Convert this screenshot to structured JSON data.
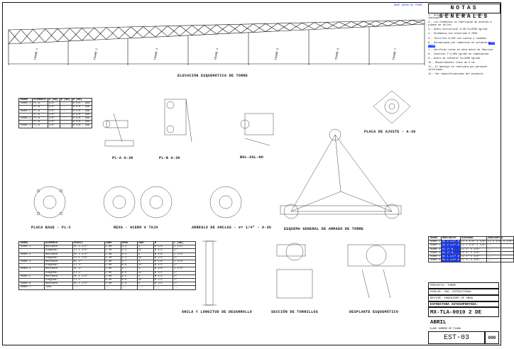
{
  "notes_title": "NOTAS GENERALES",
  "top_label": "BASE ANCHO DE TORRE",
  "tramos": [
    "TRAMO 1",
    "TRAMO 2",
    "TRAMO 3",
    "TRAMO 4",
    "TRAMO 5",
    "TRAMO 6",
    "TRAMO 7"
  ],
  "captions": {
    "elevation": "ELEVACIÓN ESQUEMÁTICA DE TORRE",
    "pl_a": "PL-A  A-36",
    "pl_b": "PL-B  A-36",
    "bol": "BOL-ASL-HH",
    "placa_ajuste": "PLACA DE AJUSTE - A-36",
    "placa_base": "PLACA BASE - PL-C",
    "rexa": "REXA - ACERO A TAJA",
    "arreglo": "ARREGLO DE ANCLAS - e= 1/4\" - A-36",
    "esquema": "ESQUEMA GENERAL DE ARMADO DE TORRE",
    "ancla": "ANCLA Y LONGITUD DE DESARROLLO",
    "seccion": "SECCIÓN DE TORNILLOS",
    "desplante": "DESPLANTE ESQUEMÁTICO"
  },
  "notes": [
    "1.- Acotaciones en milímetros, excepto lo indicado.",
    "2.- Los elementos se fabricarán de acuerdo a planos de taller.",
    "3.- Acero estructural A-36 fy=2530 kg/cm2.",
    "4.- Soldadura con electrodo E-70XX.",
    "5.- Tornillos A-325 con tuerca y rondana.",
    "6.- Galvanizado por inmersión en caliente.",
    "7.- Verificar cotas en obra antes de fabricar.",
    "8.- Concreto f'c=250 kg/cm2 en cimentación.",
    "9.- Acero de refuerzo fy=4200 kg/cm2.",
    "10.- Recubrimiento libre de 5 cm.",
    "11.- El montaje se realizará por personal calificado.",
    "12.- Ver especificaciones del proyecto."
  ],
  "notes_highlight": "VER PLANO",
  "left_table": {
    "headers": [
      "TRAMO",
      "ELEMENTO",
      "A (mm)",
      "B (mm)",
      "Ø (mm)"
    ],
    "rows": [
      [
        "TRAMO 1",
        "Pl.A",
        "1/4\"",
        "---",
        "Ø 5/8 - A36"
      ],
      [
        "",
        "Pl.B",
        "1/4\"",
        "---",
        "Ø 5/8 - A36"
      ],
      [
        "TRAMO 2",
        "Pl.A",
        "1/4\"",
        "---",
        "Ø 5/8 - A36"
      ],
      [
        "",
        "Pl.B",
        "1/4\"",
        "---",
        "Ø 5/8 - A36"
      ],
      [
        "TRAMO 3",
        "Pl.A",
        "1/4\"",
        "---",
        "Ø 5/8 - A36"
      ],
      [
        "",
        "Pl.B",
        "1/4\"",
        "---",
        "Ø 5/8 - A36"
      ],
      [
        "TRAMO 4",
        "Pl.A",
        "1/4\"",
        "---",
        "Ø 5/8 - A36"
      ]
    ]
  },
  "bottom_table": {
    "headers": [
      "TRAMO",
      "ELEMENTO",
      "PERFIL",
      "LONG",
      "PESO",
      "CANT",
      "Ø",
      "L (mm)"
    ],
    "rows": [
      [
        "TRAMO 1",
        "Montante",
        "OC 2 1/2\"",
        "1.80",
        "3.2",
        "3",
        "Ø 5/8",
        "1 1/4\""
      ],
      [
        "",
        "Diagonal",
        "LI 1 1/4\"",
        "1.10",
        "1.1",
        "12",
        "Ø 1/2",
        "1\""
      ],
      [
        "TRAMO 2",
        "Montante",
        "OC 2 1/2\"",
        "1.80",
        "3.2",
        "3",
        "Ø 5/8",
        "1 1/4\""
      ],
      [
        "",
        "Diagonal",
        "LI 1 1/4\"",
        "1.10",
        "1.1",
        "12",
        "Ø 1/2",
        "1\""
      ],
      [
        "TRAMO 3",
        "Montante",
        "OC 2\"",
        "1.80",
        "2.7",
        "3",
        "Ø 5/8",
        "1 1/4\""
      ],
      [
        "",
        "Diagonal",
        "LI 1\"",
        "1.00",
        "0.9",
        "12",
        "Ø 1/2",
        "1\""
      ],
      [
        "TRAMO 4",
        "Montante",
        "OC 2\"",
        "1.80",
        "2.7",
        "3",
        "Ø 5/8",
        "1 1/4\""
      ],
      [
        "",
        "Diagonal",
        "LI 1\"",
        "1.00",
        "0.9",
        "12",
        "Ø 1/2",
        "1\""
      ],
      [
        "TRAMO 5",
        "Montante",
        "OC 1 1/2\"",
        "1.80",
        "2.2",
        "3",
        "Ø 1/2",
        "1\""
      ],
      [
        "",
        "Diagonal",
        "LI 1\"",
        "0.90",
        "0.8",
        "12",
        "Ø 1/2",
        "1\""
      ],
      [
        "TRAMO 6",
        "Montante",
        "OC 1 1/2\"",
        "1.80",
        "2.2",
        "3",
        "Ø 1/2",
        "1\""
      ],
      [
        "TRAMO 7",
        "Tubo",
        "---",
        "---",
        "---",
        "---",
        "---",
        "---"
      ]
    ]
  },
  "right_table": {
    "headers": [
      "TRAMO",
      "MONTANTES",
      "DIAGONAL",
      "HORIZONTAL"
    ],
    "rows": [
      [
        "TRAMO 1",
        "OC 2 1/2\" Ø",
        "LI 1 1/4\" x 1/8\"",
        "LI 1 1/4\" x 1/8\""
      ],
      [
        "TRAMO 2",
        "OC 2 1/2\" Ø",
        "LI 1 1/4\" x 1/8\"",
        "---"
      ],
      [
        "TRAMO 3",
        "OC 2\" Ø",
        "LI 1\" x 1/8\"",
        "---"
      ],
      [
        "TRAMO 4",
        "OC 2\" Ø",
        "LI 1\" x 1/8\"",
        "---"
      ],
      [
        "TRAMO 5",
        "OC 1 1/2\" Ø",
        "LI 1\" x 1/8\"",
        "---"
      ],
      [
        "TRAMO 6",
        "OC 1 1/2\" Ø",
        "LI 1\" x 1/8\"",
        "---"
      ]
    ]
  },
  "title_block": {
    "rows": [
      "PROYECTO: TORRE",
      "DIBUJÓ: ING. ESTRUCTURAS",
      "REVISÓ: INGENIERO DE OBRA"
    ],
    "structure_label": "ESTRUCTURA AUTOSOPORTADA:",
    "project_code": "MX-TLA-0010 2 DE ABRIL",
    "sheet_label": "CLAVE NUMERO DE PLANO",
    "sheet_code": "EST-03",
    "sheet_number": "000"
  },
  "colors": {
    "line": "#111111",
    "highlight": "#1a3cff"
  }
}
